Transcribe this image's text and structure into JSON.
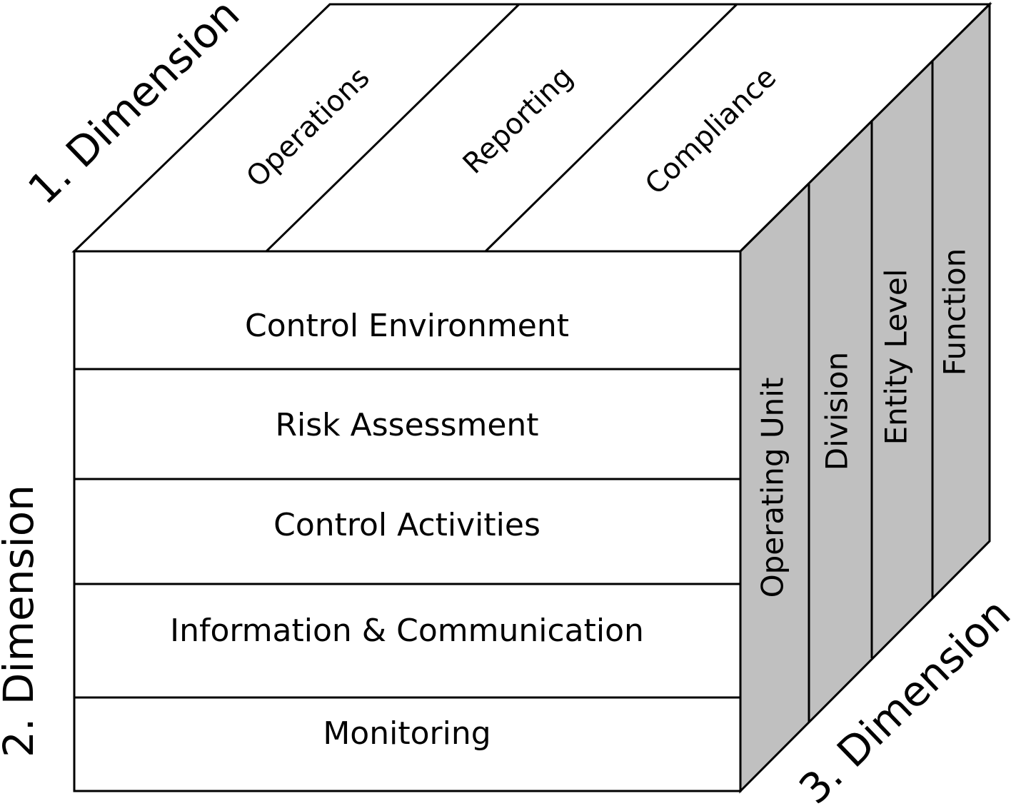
{
  "dimensions": {
    "first": "1. Dimension",
    "second": "2. Dimension",
    "third": "3. Dimension"
  },
  "objectives": [
    "Operations",
    "Reporting",
    "Compliance"
  ],
  "components": [
    "Control Environment",
    "Risk Assessment",
    "Control Activities",
    "Information & Communication",
    "Monitoring"
  ],
  "levels": [
    "Operating Unit",
    "Division",
    "Entity Level",
    "Function"
  ],
  "colors": {
    "front_face": "#ffffff",
    "top_face": "#ffffff",
    "side_face": "#c0c0c0",
    "stroke": "#000000"
  }
}
